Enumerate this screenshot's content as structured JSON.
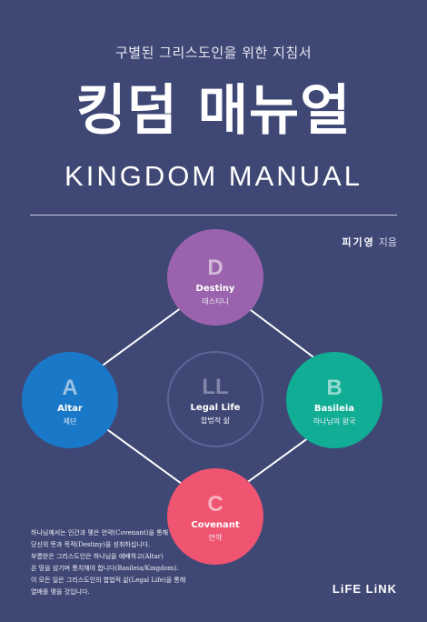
{
  "cover": {
    "subtitle": "구별된 그리스도인을 위한 지침서",
    "title_ko": "킹덤 매뉴얼",
    "title_en": "KINGDOM MANUAL",
    "author_name": "피기영",
    "author_role": "지음"
  },
  "diagram": {
    "nodes": {
      "destiny": {
        "letter": "D",
        "label_en": "Destiny",
        "label_ko": "데스티니",
        "color": "#9b63ad"
      },
      "altar": {
        "letter": "A",
        "label_en": "Altar",
        "label_ko": "제단",
        "color": "#1a78c8"
      },
      "basileia": {
        "letter": "B",
        "label_en": "Basileia",
        "label_ko": "하나님의 왕국",
        "color": "#11ad95"
      },
      "covenant": {
        "letter": "C",
        "label_en": "Covenant",
        "label_ko": "언약",
        "color": "#ef5471"
      },
      "legal_life": {
        "letter": "LL",
        "label_en": "Legal Life",
        "label_ko": "합법적 삶"
      }
    }
  },
  "description": [
    "하나님께서는 인간과 맺은 언약(Covenant)을 통해",
    "당신의 뜻과 목적(Destiny)을 성취하십니다.",
    "부름받은 그리스도인은 하나님을 예배하고(Altar)",
    "온 땅을 섬기며 통치해야 합니다(Basileia/Kingdom).",
    "이 모든 일은 그리스도인의 합법적 삶(Legal Life)을 통해",
    "열매를 맺을 것입니다."
  ],
  "publisher": "LiFE LiNK",
  "colors": {
    "background": "#3f4775",
    "rule": "#c9cbe0"
  }
}
